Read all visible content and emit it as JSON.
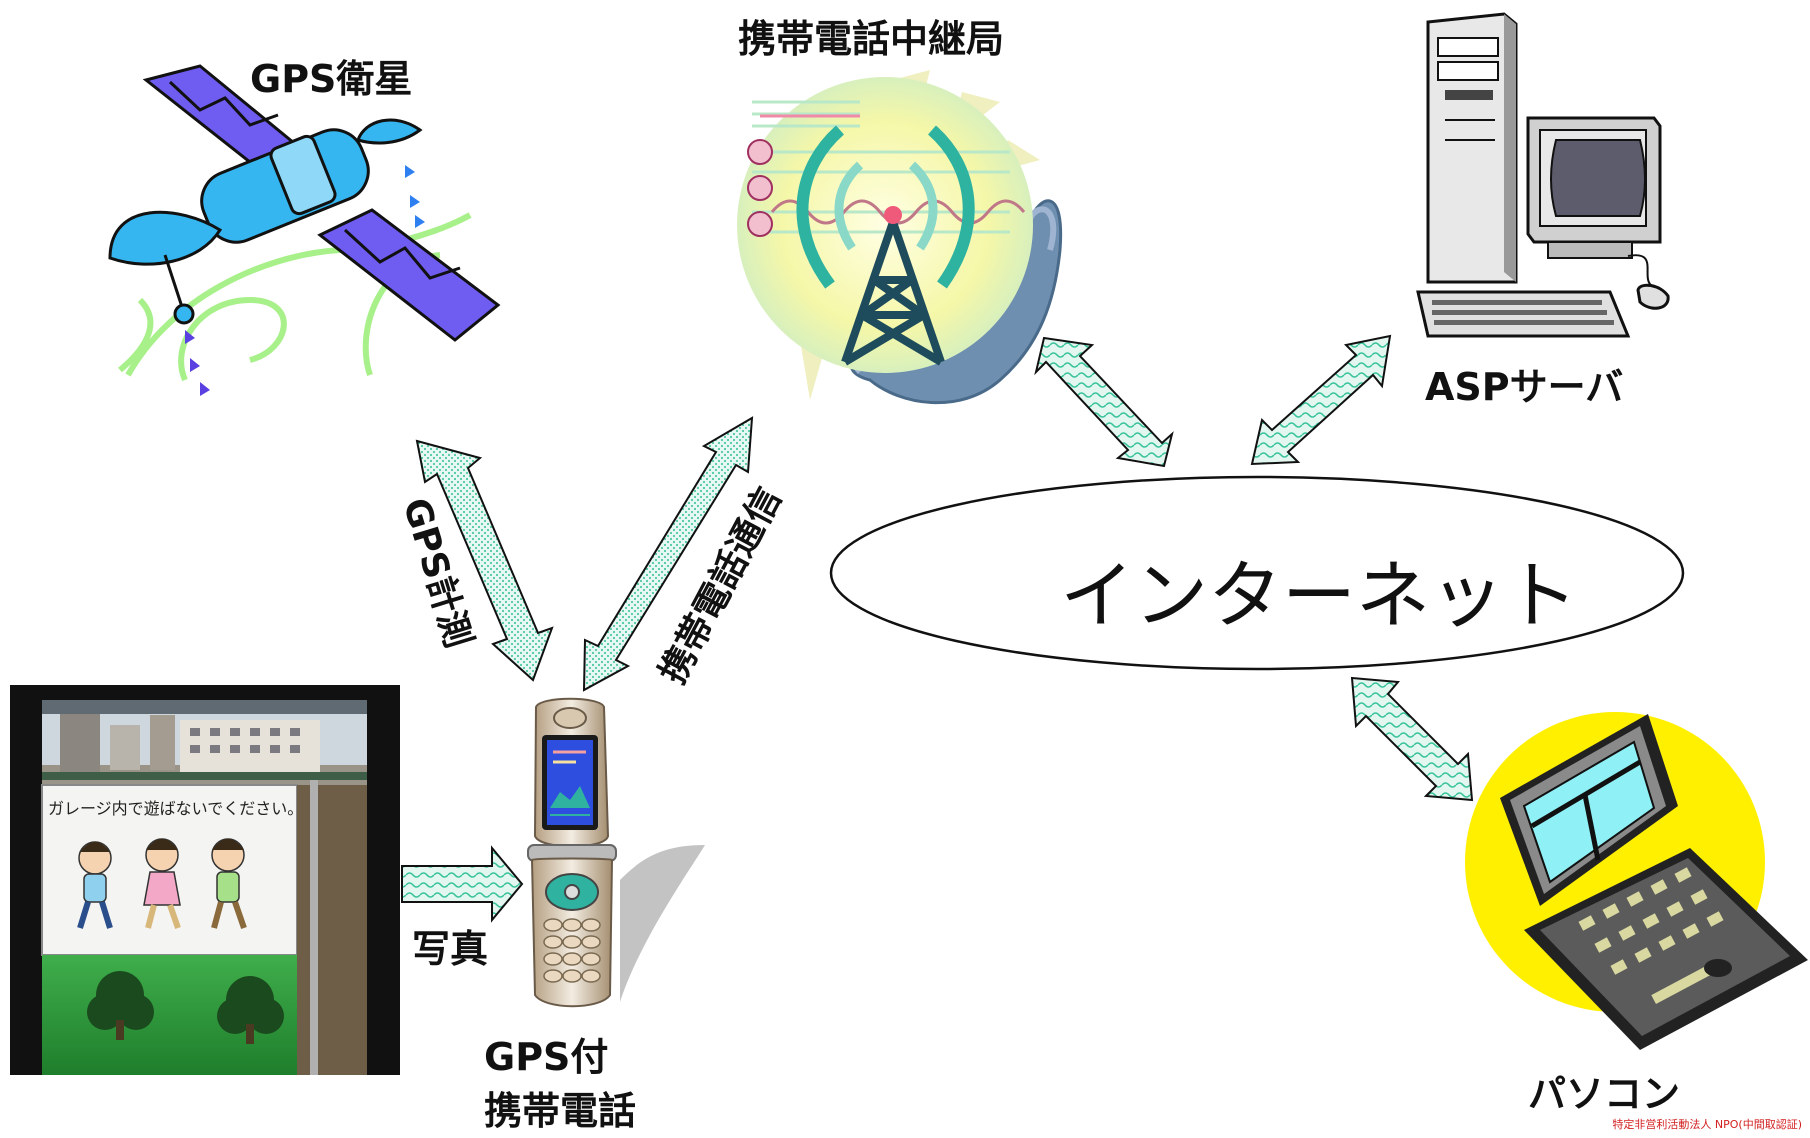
{
  "nodes": {
    "satellite": "GPS衛星",
    "relay_station": "携帯電話中継局",
    "asp_server": "ASPサーバ",
    "internet": "インターネット",
    "phone_line1": "GPS付",
    "phone_line2": "携帯電話",
    "pc": "パソコン"
  },
  "links": {
    "gps_measure": "GPS計測",
    "cell_comm": "携帯電話通信",
    "photo": "写真"
  },
  "photo_sign": "ガレージ内で遊ばないでください。",
  "footer": "特定非営利活動法人 NPO(中間取認証)",
  "colors": {
    "arrow_fill": "#dff6ee",
    "arrow_pattern": "#3cbf9a",
    "satellite_panel": "#6f5cf0",
    "satellite_body": "#35b6f0",
    "tower_glow": "#fbf9a8",
    "pc_screen": "#8ff0f6",
    "pc_disc": "#fff000"
  },
  "icons": [
    "satellite-icon",
    "antenna-tower-icon",
    "server-computer-icon",
    "flip-phone-icon",
    "laptop-icon",
    "photo-image"
  ]
}
